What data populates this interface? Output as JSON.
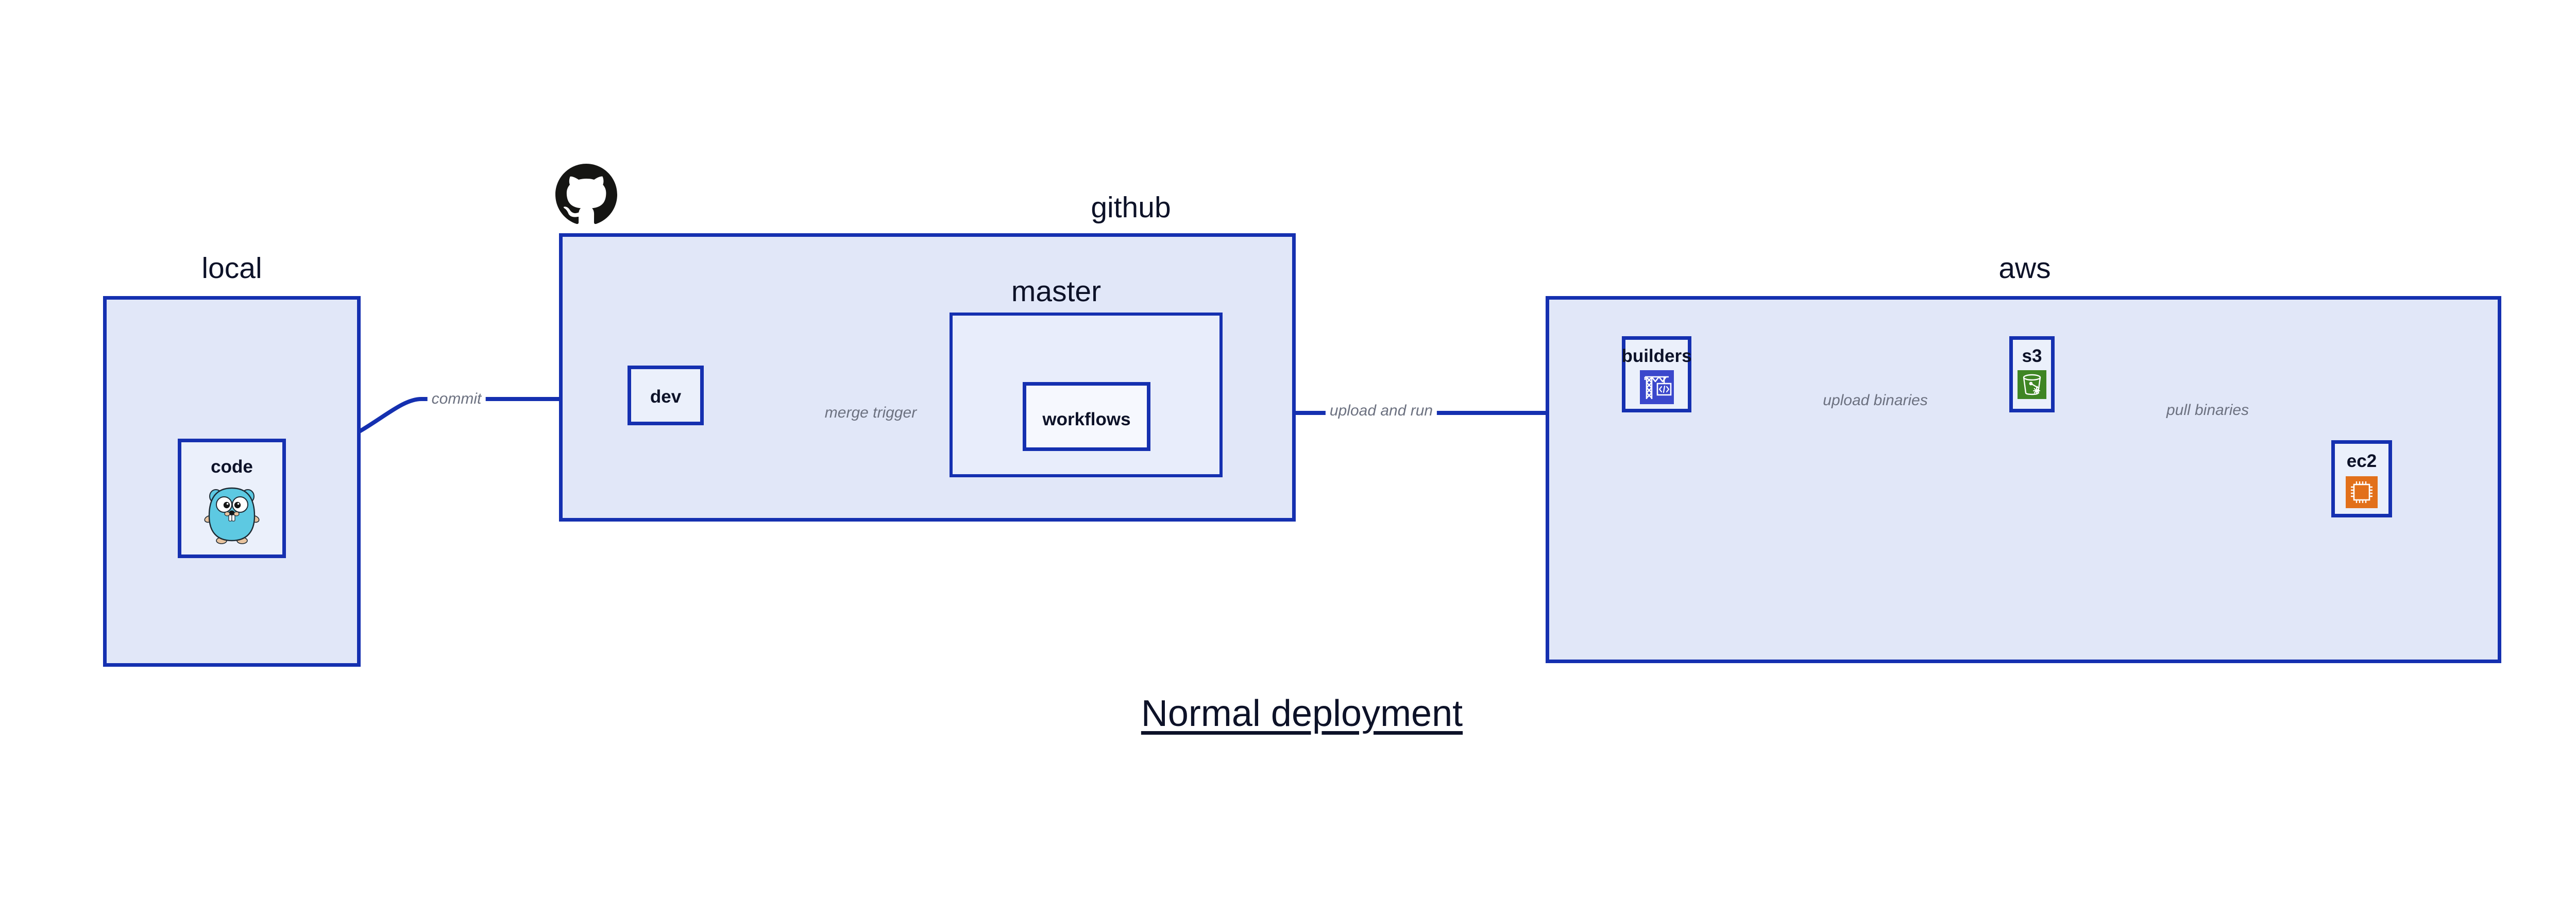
{
  "diagram": {
    "title": "Normal deployment",
    "groups": [
      {
        "id": "local",
        "label": "local"
      },
      {
        "id": "github",
        "label": "github"
      },
      {
        "id": "master",
        "label": "master"
      },
      {
        "id": "aws",
        "label": "aws"
      }
    ],
    "nodes": [
      {
        "id": "code",
        "label": "code",
        "icon": "go-gopher-icon",
        "group": "local"
      },
      {
        "id": "dev",
        "label": "dev",
        "icon": null,
        "group": "github"
      },
      {
        "id": "workflows",
        "label": "workflows",
        "icon": null,
        "group": "master"
      },
      {
        "id": "builders",
        "label": "builders",
        "icon": "aws-codebuild-icon",
        "group": "aws"
      },
      {
        "id": "s3",
        "label": "s3",
        "icon": "aws-s3-icon",
        "group": "aws"
      },
      {
        "id": "ec2",
        "label": "ec2",
        "icon": "aws-ec2-icon",
        "group": "aws"
      }
    ],
    "edges": [
      {
        "id": "code-to-dev",
        "from": "code",
        "to": "dev",
        "label": "commit"
      },
      {
        "id": "dev-to-workflows",
        "from": "dev",
        "to": "workflows",
        "label": "merge trigger"
      },
      {
        "id": "workflows-to-builders",
        "from": "workflows",
        "to": "builders",
        "label": "upload and run"
      },
      {
        "id": "builders-to-s3",
        "from": "builders",
        "to": "s3",
        "label": "upload binaries"
      },
      {
        "id": "s3-to-ec2",
        "from": "s3",
        "to": "ec2",
        "label": "pull binaries"
      }
    ],
    "logos": [
      {
        "id": "github-logo",
        "name": "github-octocat-logo"
      }
    ],
    "colors": {
      "group_fill": "#E1E7F8",
      "group_fill_inner": "#E8EDFB",
      "node_fill": "#EBF0FB",
      "border": "#1530B0",
      "edge": "#1530B0",
      "label_text": "#0D1228",
      "edge_label_text": "#6C7180",
      "background": "#FFFFFF",
      "codebuild_blue": "#3B48CC",
      "s3_green": "#3F8624",
      "ec2_orange": "#E2701A",
      "gopher_cyan": "#5DC9E2",
      "github_black": "#151513"
    }
  }
}
